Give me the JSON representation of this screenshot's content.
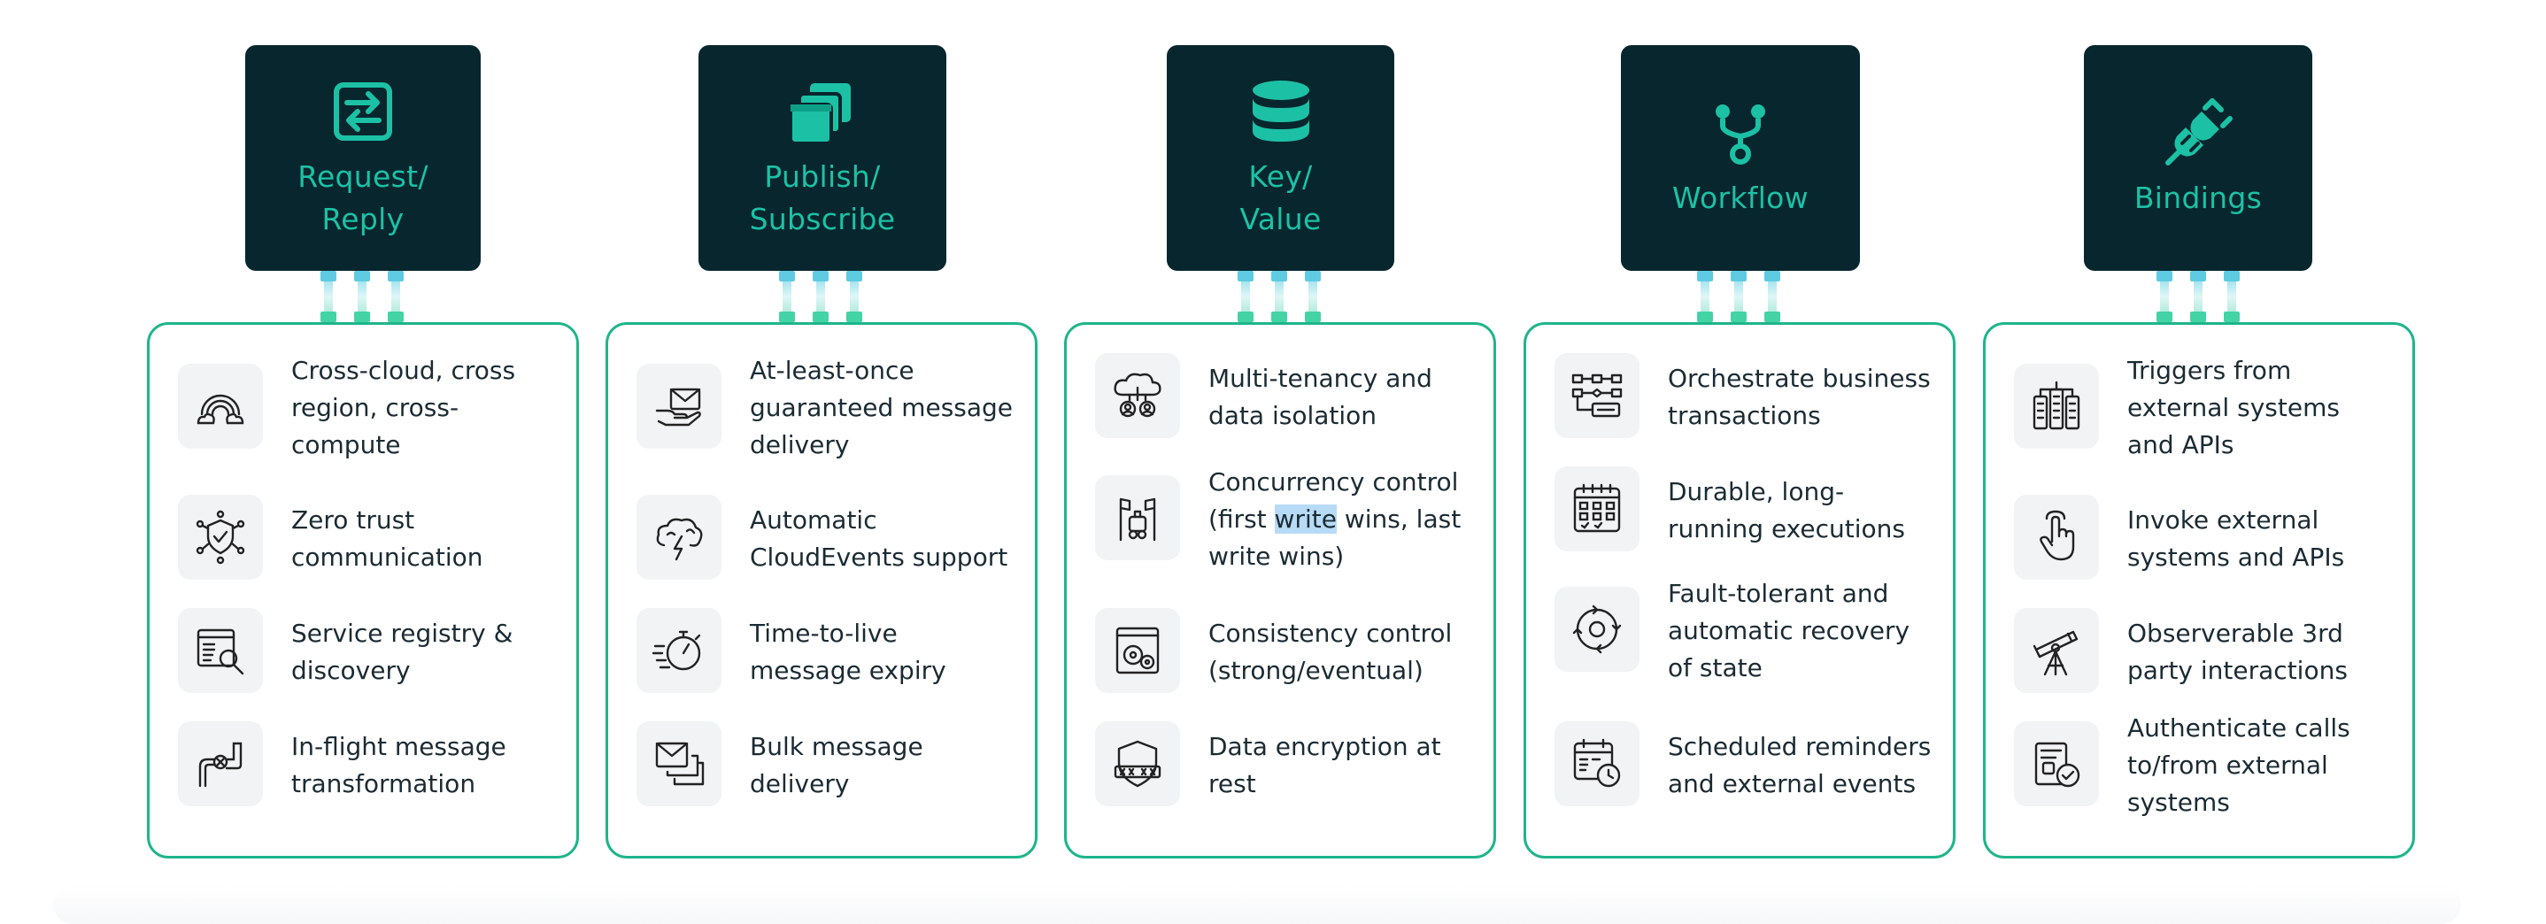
{
  "columns": [
    {
      "title_lines": [
        "Request/",
        "Reply"
      ],
      "icon": "swap-arrows-icon",
      "features": [
        {
          "icon": "rainbow-clouds-icon",
          "text": "Cross-cloud, cross region, cross-compute"
        },
        {
          "icon": "shield-network-icon",
          "text": "Zero trust communication"
        },
        {
          "icon": "registry-search-icon",
          "text": "Service registry & discovery"
        },
        {
          "icon": "pipe-valve-icon",
          "text": "In-flight message transformation"
        }
      ]
    },
    {
      "title_lines": [
        "Publish/",
        "Subscribe"
      ],
      "icon": "stacked-windows-icon",
      "features": [
        {
          "icon": "hand-envelope-icon",
          "text": "At-least-once guaranteed message delivery"
        },
        {
          "icon": "storm-cloud-icon",
          "text": "Automatic CloudEvents support"
        },
        {
          "icon": "stopwatch-speed-icon",
          "text": "Time-to-live message expiry"
        },
        {
          "icon": "envelopes-icon",
          "text": "Bulk message delivery"
        }
      ]
    },
    {
      "title_lines": [
        "Key/",
        "Value"
      ],
      "icon": "database-icon",
      "features": [
        {
          "icon": "cloud-users-icon",
          "text": "Multi-tenancy and data isolation"
        },
        {
          "icon": "racing-flags-icon",
          "text_pre": "Concurrency control (first ",
          "text_highlight": "write",
          "text_post": " wins, last write wins)"
        },
        {
          "icon": "document-gears-icon",
          "text": "Consistency control (strong/eventual)"
        },
        {
          "icon": "encrypted-shield-icon",
          "text": "Data encryption at rest"
        }
      ]
    },
    {
      "title_lines": [
        "Workflow"
      ],
      "icon": "branch-icon",
      "features": [
        {
          "icon": "flowchart-icon",
          "text": "Orchestrate business transactions"
        },
        {
          "icon": "calendar-grid-icon",
          "text": "Durable, long-running executions"
        },
        {
          "icon": "recovery-cycle-icon",
          "text": "Fault-tolerant and automatic recovery of state"
        },
        {
          "icon": "calendar-clock-icon",
          "text": "Scheduled reminders and external events"
        }
      ]
    },
    {
      "title_lines": [
        "Bindings"
      ],
      "icon": "plug-icon",
      "features": [
        {
          "icon": "server-stack-icon",
          "text": "Triggers from external systems and APIs"
        },
        {
          "icon": "finger-tap-icon",
          "text": "Invoke external systems and APIs"
        },
        {
          "icon": "telescope-icon",
          "text": "Observerable 3rd party interactions"
        },
        {
          "icon": "authenticated-device-icon",
          "text": "Authenticate calls to/from external systems"
        }
      ]
    }
  ]
}
